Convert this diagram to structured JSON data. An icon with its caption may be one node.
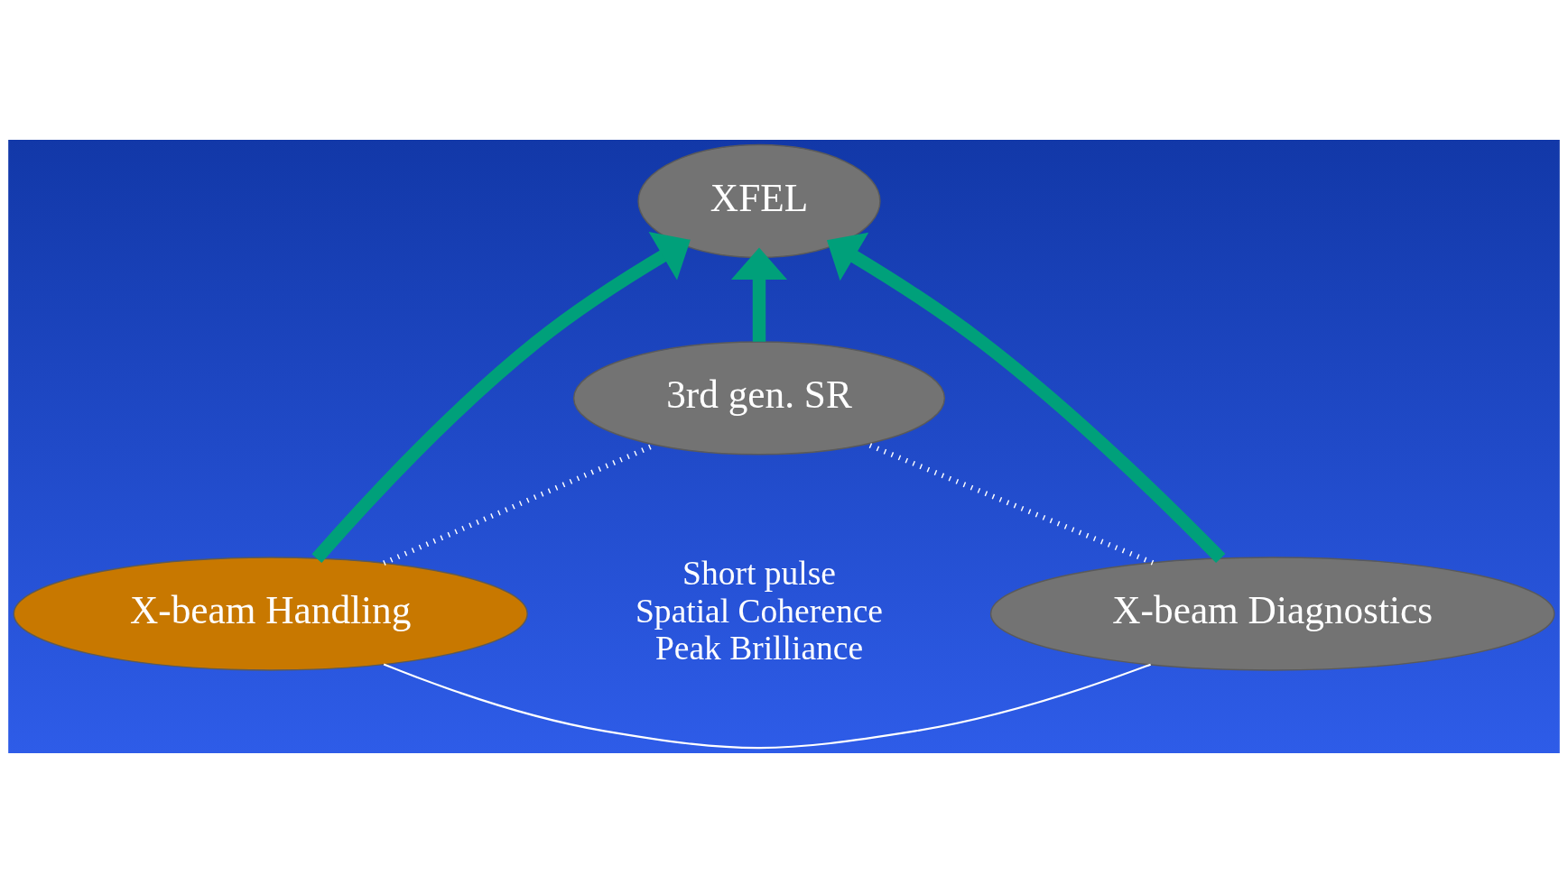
{
  "diagram": {
    "nodes": [
      {
        "text": [
          "XFEL"
        ]
      },
      {
        "text": [
          "X-beam Handling"
        ]
      },
      {
        "text": [
          "X-beam Diagnostics"
        ]
      },
      {
        "text": [
          "3rd gen. SR"
        ]
      }
    ],
    "edges": [
      {
        "from": 1,
        "to": 0,
        "arrow": "to",
        "style": "thick"
      },
      {
        "from": 2,
        "to": 0,
        "arrow": "to",
        "style": "thick"
      },
      {
        "from": 3,
        "to": 0,
        "arrow": "to",
        "style": "thick"
      },
      {
        "from": 1,
        "to": 2,
        "arrow": "none",
        "color": "#ffffff"
      },
      {
        "from": 1,
        "to": 3,
        "arrow": "none",
        "style": "dashed",
        "color": "#ffffff"
      },
      {
        "from": 2,
        "to": 3,
        "arrow": "none",
        "style": "dashed",
        "color": "#ffffff"
      }
    ],
    "labels": [
      "Short pulse",
      "Spatial Coherence",
      "Peak Brilliance"
    ]
  }
}
